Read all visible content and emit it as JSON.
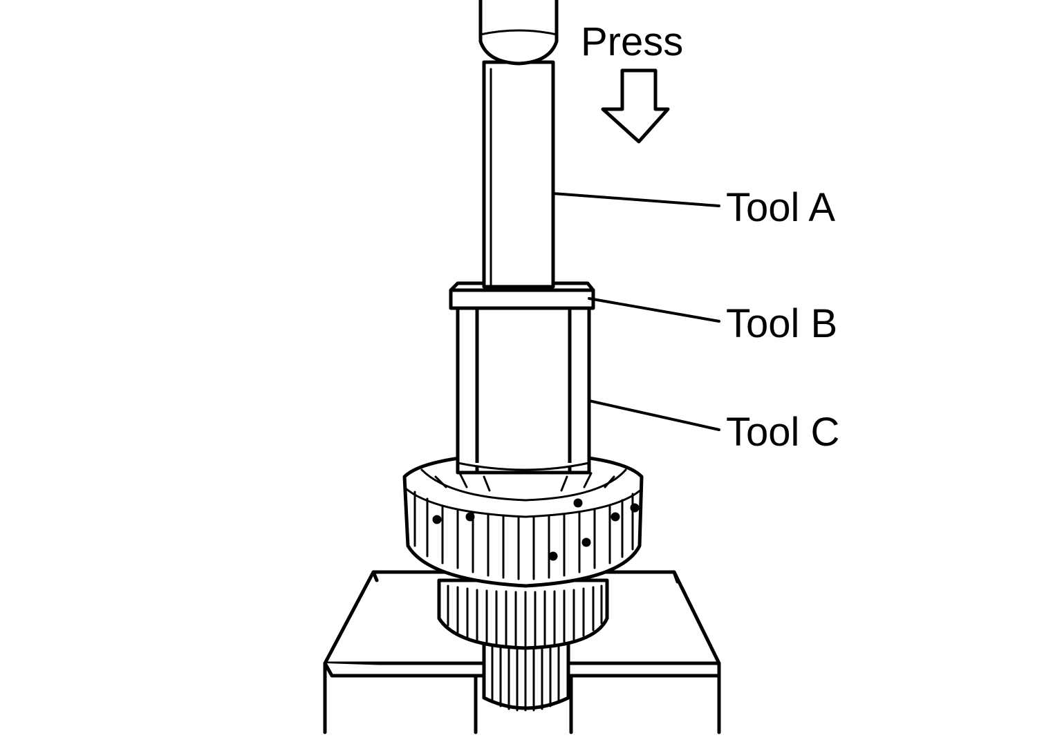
{
  "labels": {
    "press": "Press",
    "tool_a": "Tool A",
    "tool_b": "Tool B",
    "tool_c": "Tool C"
  },
  "colors": {
    "stroke": "#000000",
    "background": "#ffffff"
  }
}
